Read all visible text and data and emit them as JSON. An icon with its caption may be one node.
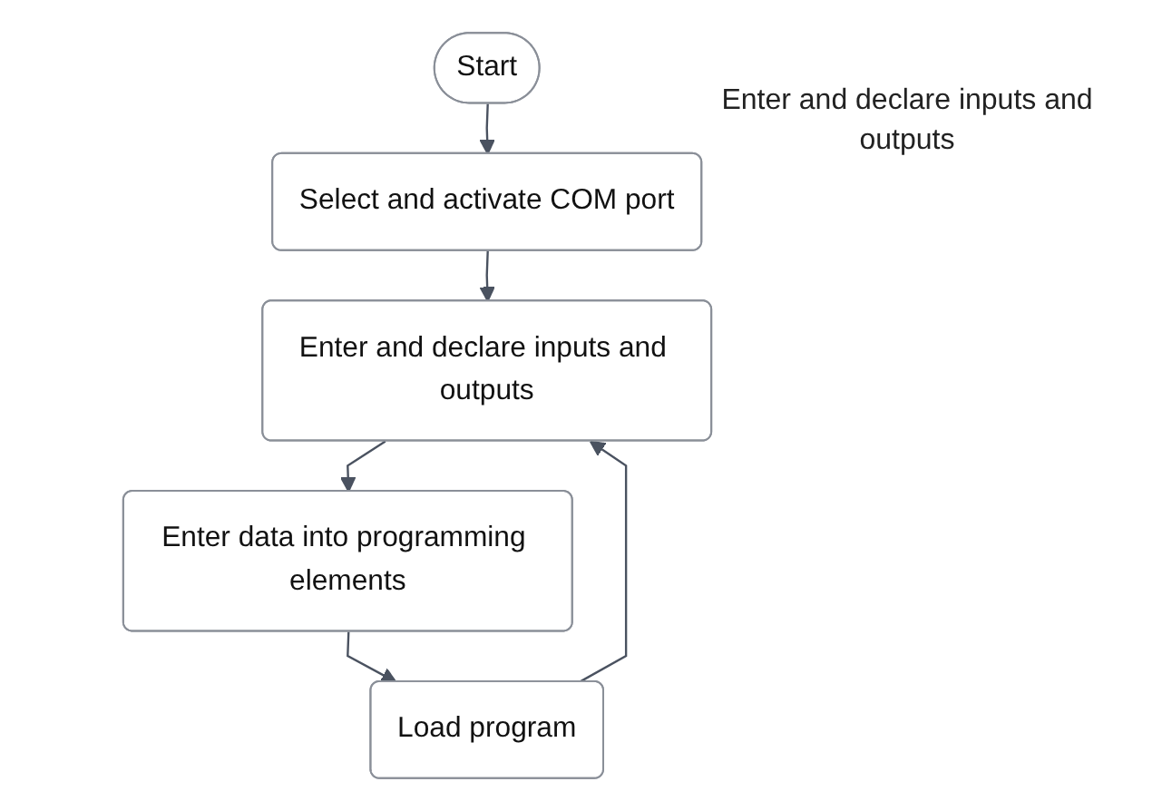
{
  "diagram": {
    "nodes": [
      {
        "text": [
          "Start"
        ]
      },
      {
        "text": [
          "Select and activate COM port"
        ]
      },
      {
        "text": [
          "Enter and declare inputs and outputs"
        ]
      },
      {
        "text": [
          "Enter data into programming elements"
        ]
      },
      {
        "text": [
          "Load program"
        ]
      }
    ],
    "edges": [
      {
        "from": 0,
        "to": 1,
        "arrow": "to"
      },
      {
        "from": 1,
        "to": 2,
        "arrow": "to"
      },
      {
        "from": 2,
        "to": 3,
        "arrow": "to"
      },
      {
        "from": 3,
        "to": 4,
        "arrow": "to"
      },
      {
        "from": 4,
        "to": 2,
        "arrow": "to"
      }
    ],
    "labels": [
      "Enter and declare inputs and outputs"
    ]
  }
}
